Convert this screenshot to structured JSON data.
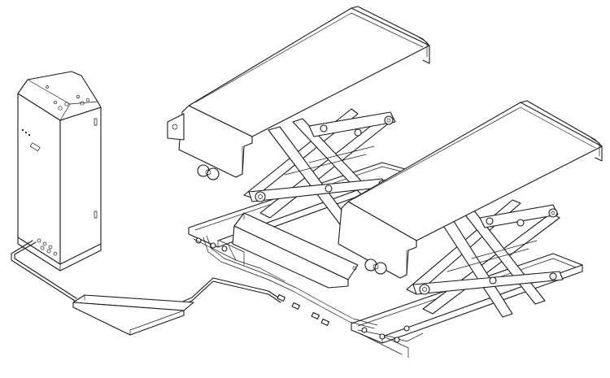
{
  "drawing": {
    "subject": "scissor-lift-assembly",
    "components": [
      "control-cabinet",
      "pump-cable",
      "cable-cover",
      "lift-platform-left",
      "lift-platform-right",
      "hydraulic-hoses",
      "base-frame"
    ],
    "colors": {
      "line": "#1a1a1a",
      "background": "#ffffff"
    }
  }
}
